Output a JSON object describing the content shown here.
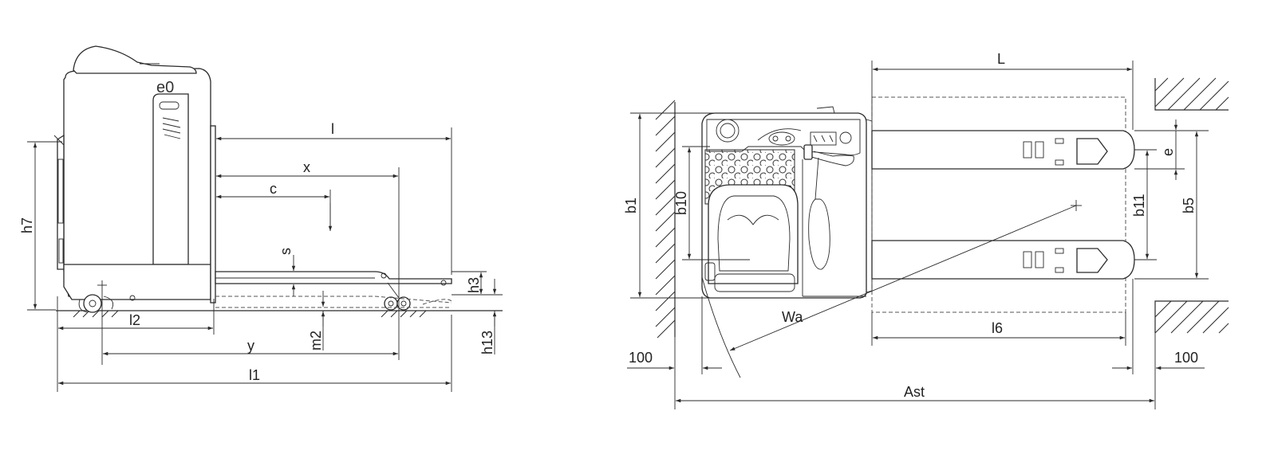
{
  "side_view": {
    "dims": {
      "l": "l",
      "x": "x",
      "c": "c",
      "s": "s",
      "h3": "h3",
      "h7": "h7",
      "l2": "l2",
      "y": "y",
      "m2": "m2",
      "h13": "h13",
      "l1": "l1"
    },
    "logo": "e0"
  },
  "top_view": {
    "dims": {
      "L": "L",
      "b1": "b1",
      "b10": "b10",
      "b11": "b11",
      "b5": "b5",
      "e": "e",
      "Wa": "Wa",
      "l6": "l6",
      "clearance_left": "100",
      "clearance_right": "100",
      "Ast": "Ast"
    }
  }
}
